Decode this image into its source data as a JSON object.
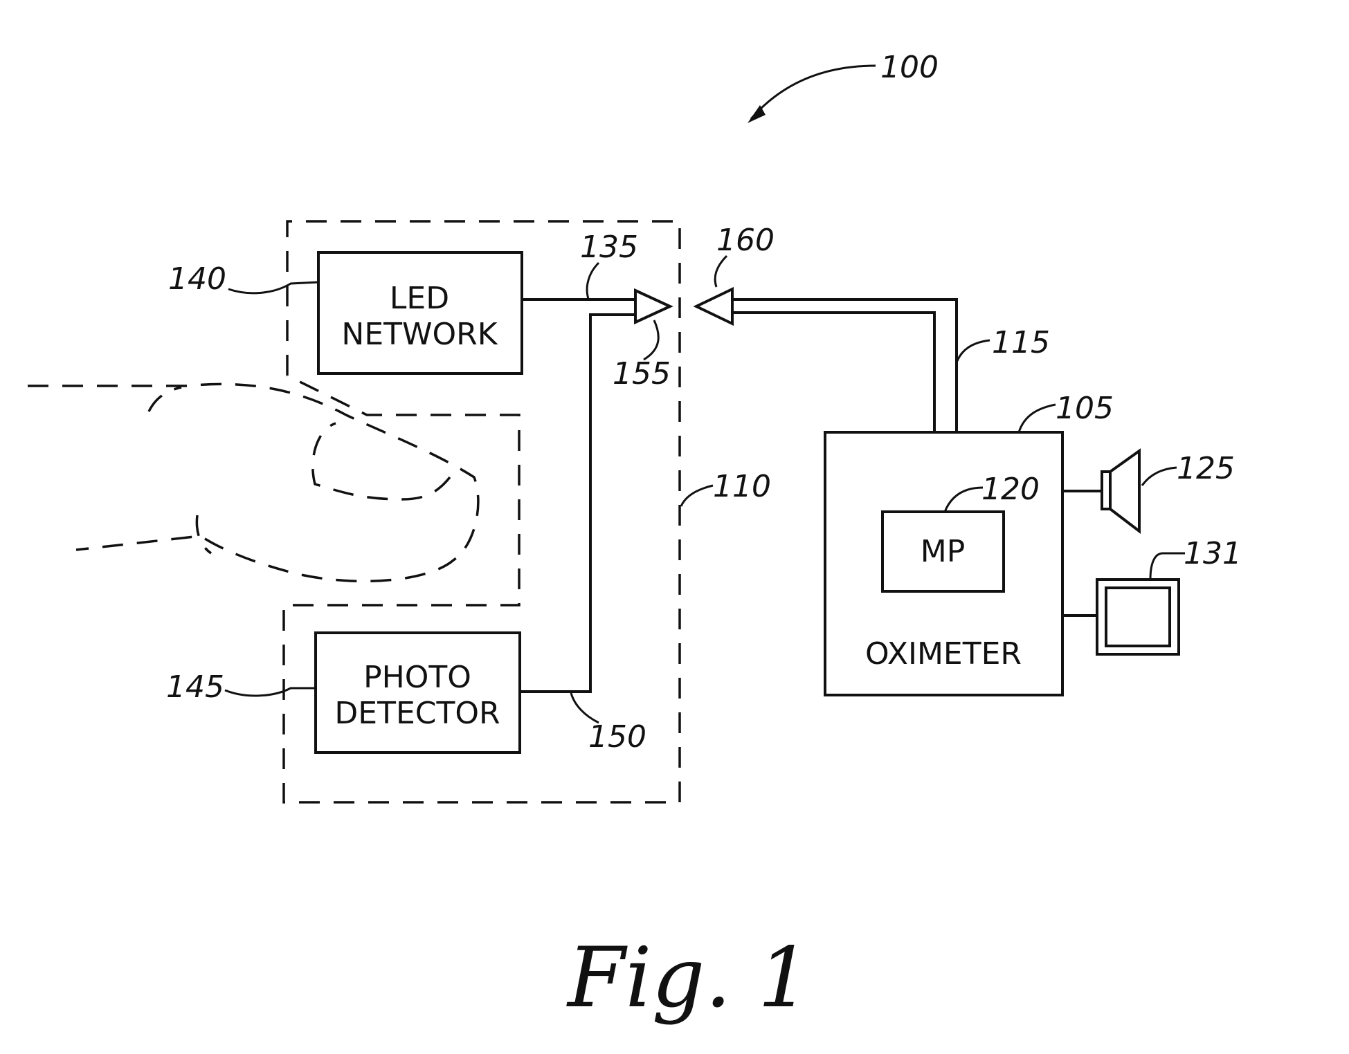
{
  "figure_label": "Fig. 1",
  "blocks": {
    "led_network": {
      "line1": "LED",
      "line2": "NETWORK"
    },
    "photo_detector": {
      "line1": "PHOTO",
      "line2": "DETECTOR"
    },
    "mp": "MP",
    "oximeter": "OXIMETER"
  },
  "refs": {
    "r100": "100",
    "r105": "105",
    "r110": "110",
    "r115": "115",
    "r120": "120",
    "r125": "125",
    "r131": "131",
    "r135": "135",
    "r140": "140",
    "r145": "145",
    "r150": "150",
    "r155": "155",
    "r160": "160"
  }
}
